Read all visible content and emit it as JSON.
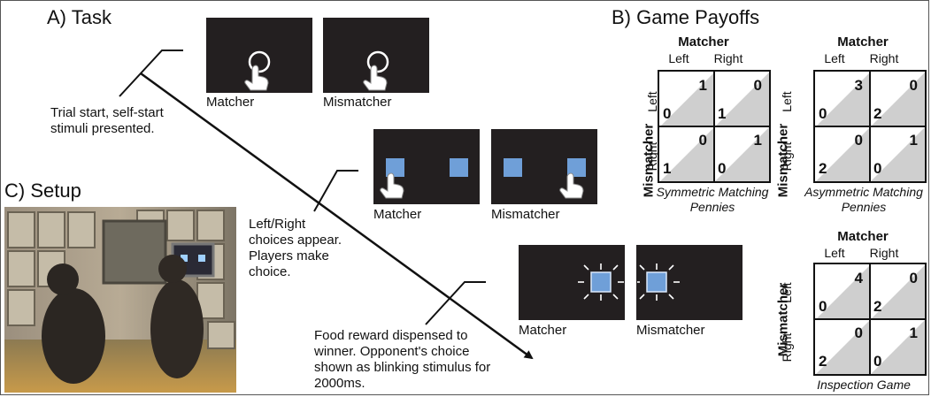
{
  "panel_a": {
    "heading": "A) Task",
    "step1": {
      "text": "Trial start, self-start stimuli presented.",
      "matcher": "Matcher",
      "mismatcher": "Mismatcher"
    },
    "step2": {
      "text": "Left/Right choices appear. Players make choice.",
      "matcher": "Matcher",
      "mismatcher": "Mismatcher"
    },
    "step3": {
      "text": "Food reward dispensed to winner. Opponent's choice shown as blinking stimulus for 2000ms.",
      "matcher": "Matcher",
      "mismatcher": "Mismatcher"
    }
  },
  "panel_b": {
    "heading": "B) Game Payoffs",
    "games": [
      {
        "name": "Symmetric Matching Pennies",
        "row_player": "Mismatcher",
        "col_player": "Matcher",
        "col_labels": [
          "Left",
          "Right"
        ],
        "row_labels": [
          "Left",
          "Right"
        ],
        "cells": [
          [
            {
              "matcher": "1",
              "mismatcher": "0"
            },
            {
              "matcher": "0",
              "mismatcher": "1"
            }
          ],
          [
            {
              "matcher": "0",
              "mismatcher": "1"
            },
            {
              "matcher": "1",
              "mismatcher": "0"
            }
          ]
        ]
      },
      {
        "name": "Asymmetric Matching Pennies",
        "row_player": "Mismatcher",
        "col_player": "Matcher",
        "col_labels": [
          "Left",
          "Right"
        ],
        "row_labels": [
          "Left",
          "Right"
        ],
        "cells": [
          [
            {
              "matcher": "3",
              "mismatcher": "0"
            },
            {
              "matcher": "0",
              "mismatcher": "2"
            }
          ],
          [
            {
              "matcher": "0",
              "mismatcher": "2"
            },
            {
              "matcher": "1",
              "mismatcher": "0"
            }
          ]
        ]
      },
      {
        "name": "Inspection Game",
        "row_player": "Mismatcher",
        "col_player": "Matcher",
        "col_labels": [
          "Left",
          "Right"
        ],
        "row_labels": [
          "Left",
          "Right"
        ],
        "cells": [
          [
            {
              "matcher": "4",
              "mismatcher": "0"
            },
            {
              "matcher": "0",
              "mismatcher": "2"
            }
          ],
          [
            {
              "matcher": "0",
              "mismatcher": "2"
            },
            {
              "matcher": "1",
              "mismatcher": "0"
            }
          ]
        ]
      }
    ]
  },
  "panel_c": {
    "heading": "C) Setup"
  },
  "colors": {
    "screen": "#231f20",
    "stimulus": "#6f9fd8",
    "cell_shade": "#cfcfcf"
  }
}
